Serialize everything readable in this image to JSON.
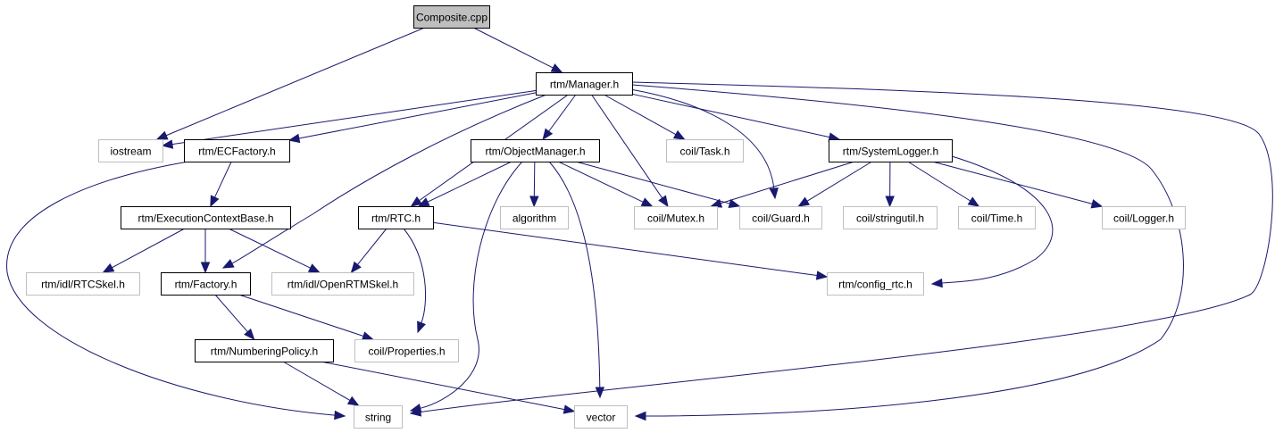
{
  "title": "Composite.cpp include dependency graph",
  "colors": {
    "edge": "#191970",
    "root_fill": "#bfbfbf",
    "documented_border": "#000000",
    "external_border": "#bfbfbf"
  },
  "nodes": [
    {
      "id": "composite",
      "label": "Composite.cpp",
      "kind": "root"
    },
    {
      "id": "manager",
      "label": "rtm/Manager.h",
      "kind": "documented"
    },
    {
      "id": "iostream",
      "label": "iostream",
      "kind": "external"
    },
    {
      "id": "ecfactory",
      "label": "rtm/ECFactory.h",
      "kind": "documented"
    },
    {
      "id": "objectmanager",
      "label": "rtm/ObjectManager.h",
      "kind": "documented"
    },
    {
      "id": "task",
      "label": "coil/Task.h",
      "kind": "external"
    },
    {
      "id": "systemlogger",
      "label": "rtm/SystemLogger.h",
      "kind": "documented"
    },
    {
      "id": "ecbase",
      "label": "rtm/ExecutionContextBase.h",
      "kind": "documented"
    },
    {
      "id": "rtc",
      "label": "rtm/RTC.h",
      "kind": "documented"
    },
    {
      "id": "algorithm",
      "label": "algorithm",
      "kind": "external"
    },
    {
      "id": "mutex",
      "label": "coil/Mutex.h",
      "kind": "external"
    },
    {
      "id": "guard",
      "label": "coil/Guard.h",
      "kind": "external"
    },
    {
      "id": "stringutil",
      "label": "coil/stringutil.h",
      "kind": "external"
    },
    {
      "id": "time",
      "label": "coil/Time.h",
      "kind": "external"
    },
    {
      "id": "logger",
      "label": "coil/Logger.h",
      "kind": "external"
    },
    {
      "id": "rtcskel",
      "label": "rtm/idl/RTCSkel.h",
      "kind": "external"
    },
    {
      "id": "factory",
      "label": "rtm/Factory.h",
      "kind": "documented"
    },
    {
      "id": "openrtmskel",
      "label": "rtm/idl/OpenRTMSkel.h",
      "kind": "external"
    },
    {
      "id": "configrtc",
      "label": "rtm/config_rtc.h",
      "kind": "external"
    },
    {
      "id": "numbering",
      "label": "rtm/NumberingPolicy.h",
      "kind": "documented"
    },
    {
      "id": "properties",
      "label": "coil/Properties.h",
      "kind": "external"
    },
    {
      "id": "string",
      "label": "string",
      "kind": "external"
    },
    {
      "id": "vector",
      "label": "vector",
      "kind": "external"
    }
  ],
  "edges": [
    {
      "from": "composite",
      "to": "iostream"
    },
    {
      "from": "composite",
      "to": "manager"
    },
    {
      "from": "manager",
      "to": "iostream"
    },
    {
      "from": "manager",
      "to": "ecfactory"
    },
    {
      "from": "manager",
      "to": "factory"
    },
    {
      "from": "manager",
      "to": "rtc"
    },
    {
      "from": "manager",
      "to": "objectmanager"
    },
    {
      "from": "manager",
      "to": "mutex"
    },
    {
      "from": "manager",
      "to": "task"
    },
    {
      "from": "manager",
      "to": "guard"
    },
    {
      "from": "manager",
      "to": "systemlogger"
    },
    {
      "from": "manager",
      "to": "string"
    },
    {
      "from": "manager",
      "to": "vector"
    },
    {
      "from": "ecfactory",
      "to": "ecbase"
    },
    {
      "from": "ecfactory",
      "to": "string"
    },
    {
      "from": "ecbase",
      "to": "rtcskel"
    },
    {
      "from": "ecbase",
      "to": "factory"
    },
    {
      "from": "ecbase",
      "to": "openrtmskel"
    },
    {
      "from": "objectmanager",
      "to": "rtc"
    },
    {
      "from": "objectmanager",
      "to": "algorithm"
    },
    {
      "from": "objectmanager",
      "to": "mutex"
    },
    {
      "from": "objectmanager",
      "to": "guard"
    },
    {
      "from": "objectmanager",
      "to": "string"
    },
    {
      "from": "objectmanager",
      "to": "vector"
    },
    {
      "from": "systemlogger",
      "to": "mutex"
    },
    {
      "from": "systemlogger",
      "to": "guard"
    },
    {
      "from": "systemlogger",
      "to": "stringutil"
    },
    {
      "from": "systemlogger",
      "to": "time"
    },
    {
      "from": "systemlogger",
      "to": "logger"
    },
    {
      "from": "systemlogger",
      "to": "configrtc"
    },
    {
      "from": "rtc",
      "to": "openrtmskel"
    },
    {
      "from": "rtc",
      "to": "properties"
    },
    {
      "from": "rtc",
      "to": "configrtc"
    },
    {
      "from": "factory",
      "to": "numbering"
    },
    {
      "from": "factory",
      "to": "properties"
    },
    {
      "from": "numbering",
      "to": "string"
    },
    {
      "from": "numbering",
      "to": "vector"
    }
  ]
}
